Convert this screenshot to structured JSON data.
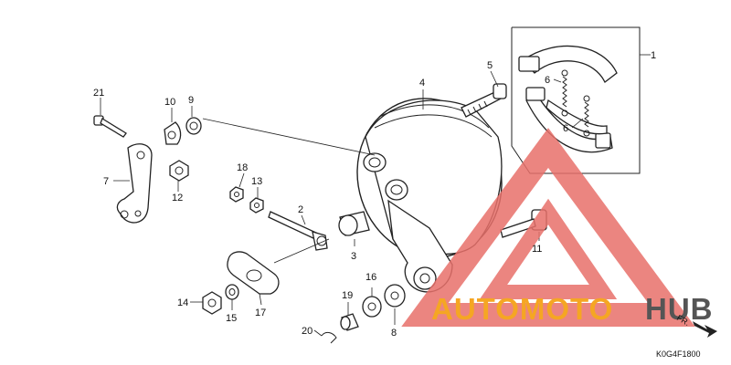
{
  "diagram": {
    "callouts": [
      {
        "id": "1",
        "label": "1"
      },
      {
        "id": "2",
        "label": "2"
      },
      {
        "id": "3",
        "label": "3"
      },
      {
        "id": "4",
        "label": "4"
      },
      {
        "id": "5",
        "label": "5"
      },
      {
        "id": "6a",
        "label": "6"
      },
      {
        "id": "6b",
        "label": "6"
      },
      {
        "id": "7",
        "label": "7"
      },
      {
        "id": "8",
        "label": "8"
      },
      {
        "id": "9",
        "label": "9"
      },
      {
        "id": "10",
        "label": "10"
      },
      {
        "id": "11",
        "label": "11"
      },
      {
        "id": "12",
        "label": "12"
      },
      {
        "id": "13",
        "label": "13"
      },
      {
        "id": "14",
        "label": "14"
      },
      {
        "id": "15",
        "label": "15"
      },
      {
        "id": "16",
        "label": "16"
      },
      {
        "id": "17",
        "label": "17"
      },
      {
        "id": "18",
        "label": "18"
      },
      {
        "id": "19",
        "label": "19"
      },
      {
        "id": "20",
        "label": "20"
      },
      {
        "id": "21",
        "label": "21"
      }
    ],
    "direction_marker": "FR.",
    "diagram_code": "K0G4F1800"
  },
  "watermark": {
    "brand_part1": "AUTOMOTO",
    "brand_part2": "HUB",
    "color_primary": "#f5a623",
    "color_secondary": "#555555",
    "triangle_color": "#e8706a"
  }
}
